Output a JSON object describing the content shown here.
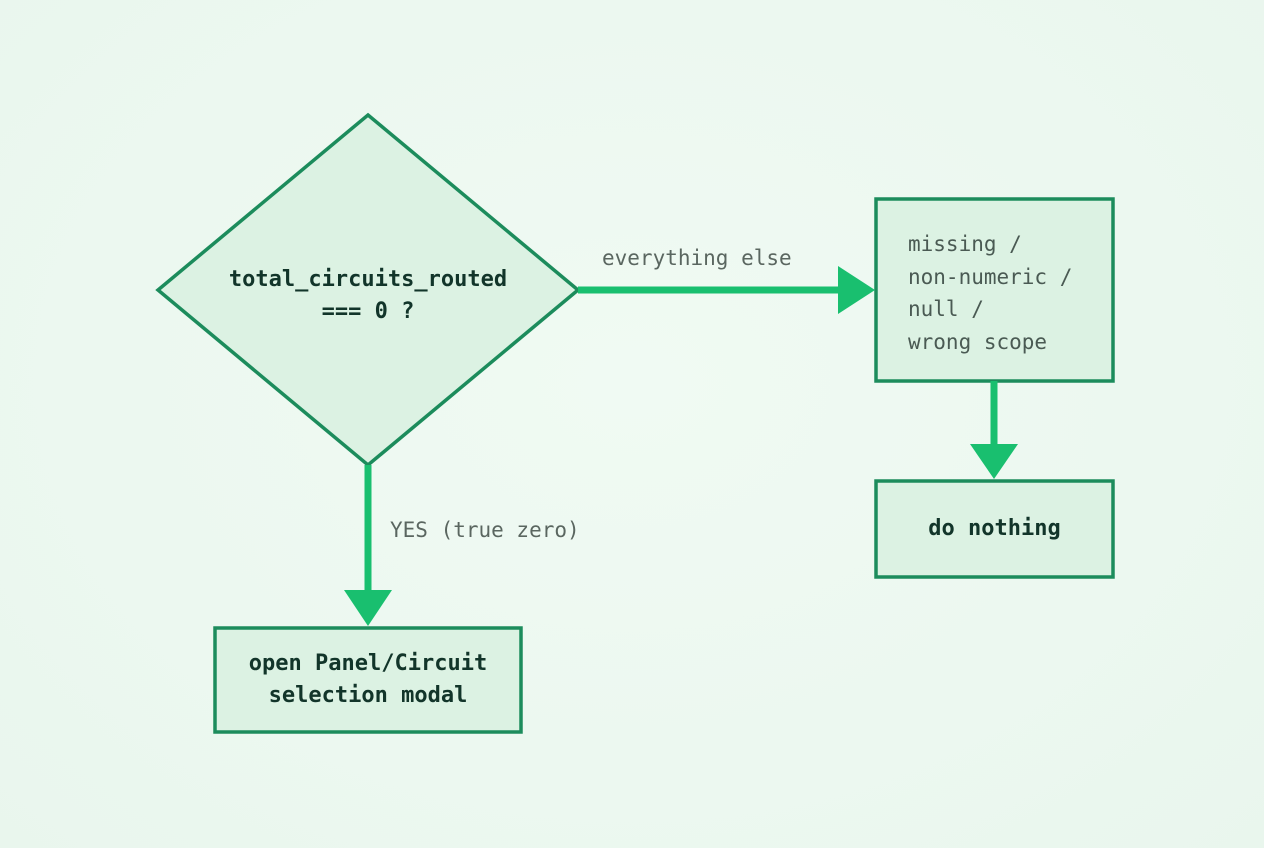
{
  "nodes": {
    "decision": {
      "line1": "total_circuits_routed",
      "line2": "=== 0 ?"
    },
    "invalid_box": {
      "lines": [
        "missing /",
        "non-numeric /",
        "null /",
        "wrong scope"
      ]
    },
    "do_nothing": {
      "label": "do nothing"
    },
    "open_modal": {
      "line1": "open Panel/Circuit",
      "line2": "selection modal"
    }
  },
  "edges": {
    "else_label": "everything else",
    "yes_label": "YES (true zero)"
  },
  "colors": {
    "stroke": "#1c8c5c",
    "fill": "#dcf2e3",
    "arrow": "#19bf6f",
    "background": "#eef9f1"
  }
}
